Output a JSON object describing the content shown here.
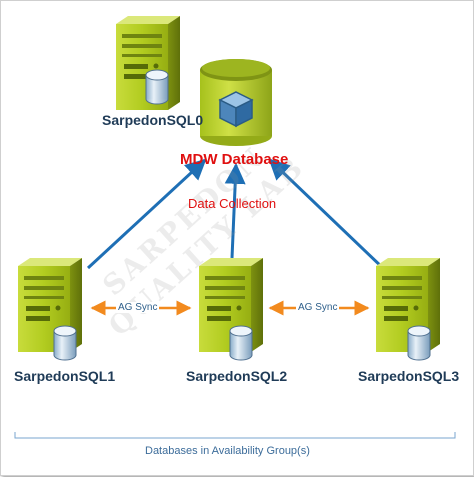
{
  "servers": {
    "sql0": "SarpedonSQL0",
    "sql1": "SarpedonSQL1",
    "sql2": "SarpedonSQL2",
    "sql3": "SarpedonSQL3"
  },
  "database": {
    "label": "MDW Database"
  },
  "flow_label": "Data Collection",
  "sync_labels": {
    "left": "AG Sync",
    "right": "AG Sync"
  },
  "footer": "Databases in Availability Group(s)",
  "watermark": {
    "line1": "SARPEDON",
    "line2": "QUALITY LAB"
  },
  "colors": {
    "server_green": "#a9c41c",
    "arrow_blue": "#1e6fb5",
    "sync_orange": "#f28a1e",
    "db_label_red": "#e01010",
    "server_label": "#1f3b57"
  },
  "icons": {
    "server": "server-tower-icon",
    "database": "database-cylinder-icon",
    "cube": "cube-icon"
  }
}
